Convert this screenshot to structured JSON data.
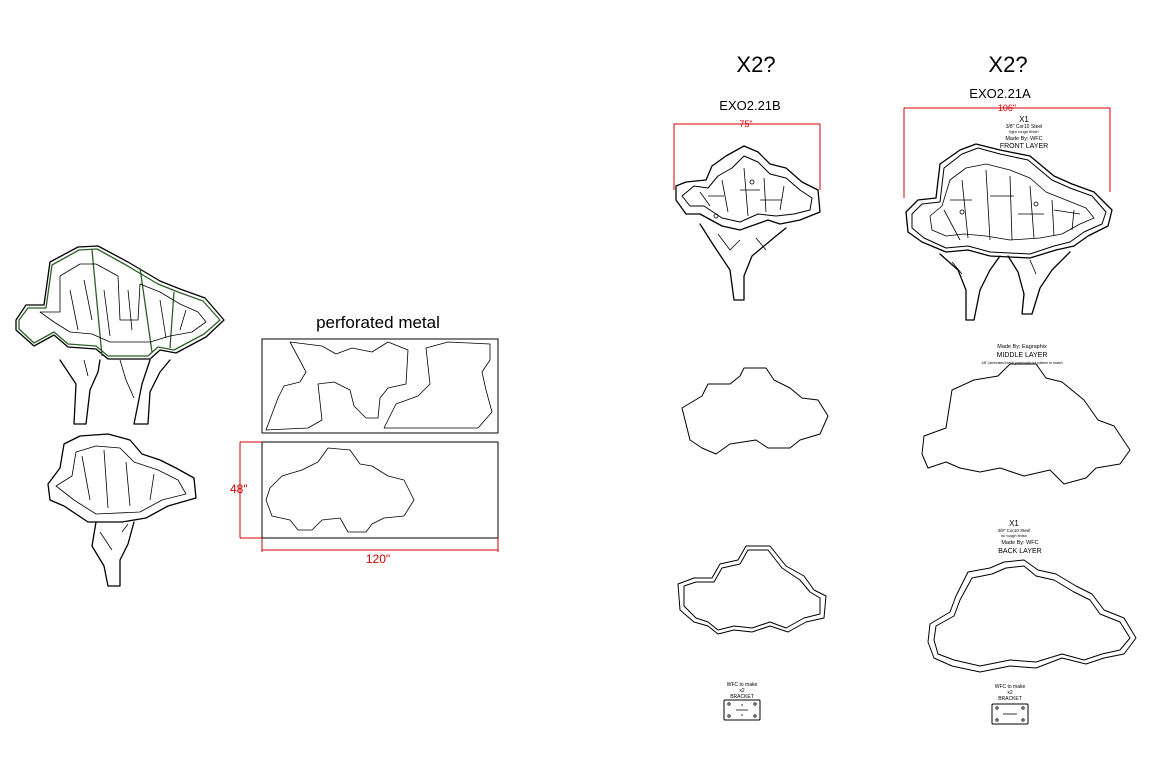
{
  "labels": {
    "perforated_metal": "perforated metal",
    "dim_48": "48\"",
    "dim_120": "120\"",
    "qty_b": "X2?",
    "qty_a": "X2?",
    "part_b": "EXO2.21B",
    "part_a": "EXO2.21A",
    "dim_b": "75\"",
    "dim_a": "106\"",
    "front_qty": "X1",
    "front_material": "3/8\" Cor10 Steel",
    "front_finish": "light rough finish",
    "front_madeby": "Made By: WFC",
    "front_layer": "FRONT LAYER",
    "middle_madeby": "Made By: Eagraphix",
    "middle_layer": "MIDDLE LAYER",
    "middle_note": "1/8\" perforated metal panel with cut pattern to match",
    "back_qty": "X1",
    "back_material": "3/8\" Cor10 Steel",
    "back_finish": "w/ rough finish",
    "back_madeby": "Made By: WFC",
    "back_layer": "BACK LAYER",
    "plate_b_note": "WFC to make",
    "plate_b_qty": "x2",
    "plate_b_label": "BRACKET",
    "plate_a_note": "WFC to make",
    "plate_a_qty": "x2",
    "plate_a_label": "BRACKET"
  },
  "colors": {
    "lines": "#000000",
    "dimensions": "#d40000",
    "highlight": "#2f5e2a"
  }
}
